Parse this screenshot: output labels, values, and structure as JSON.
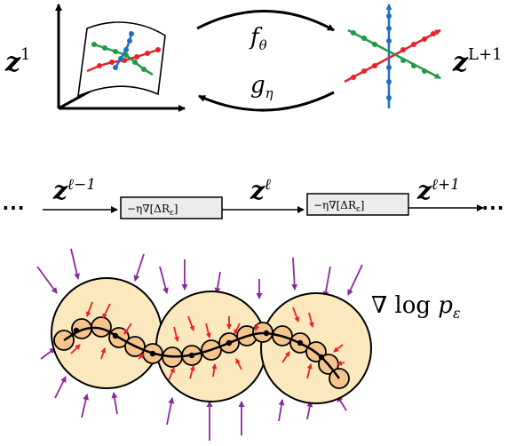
{
  "top": {
    "z_in": {
      "base": "z",
      "sup": "1"
    },
    "z_out": {
      "base": "z",
      "sup": "L+1"
    },
    "forward": {
      "base": "f",
      "sub": "θ"
    },
    "backward": {
      "base": "g",
      "sub": "η"
    }
  },
  "middle": {
    "ellipsis": "⋯",
    "z_prev": {
      "base": "z",
      "sup": "ℓ−1"
    },
    "z_cur": {
      "base": "z",
      "sup": "ℓ"
    },
    "z_next": {
      "base": "z",
      "sup": "ℓ+1"
    },
    "box_label": "−η∇[ΔR",
    "box_sub": "ε",
    "box_close": "]"
  },
  "bottom": {
    "gradient": {
      "prefix": "∇ log ",
      "base": "p",
      "sub": "ε"
    }
  },
  "colors": {
    "red": "#e8202a",
    "green": "#1e9a48",
    "blue": "#1f6fc0",
    "purple": "#8a2b9e",
    "ball_fill": "#fbe8bd",
    "small_ball_fill": "#f6c58e",
    "box_fill": "#ececec"
  }
}
